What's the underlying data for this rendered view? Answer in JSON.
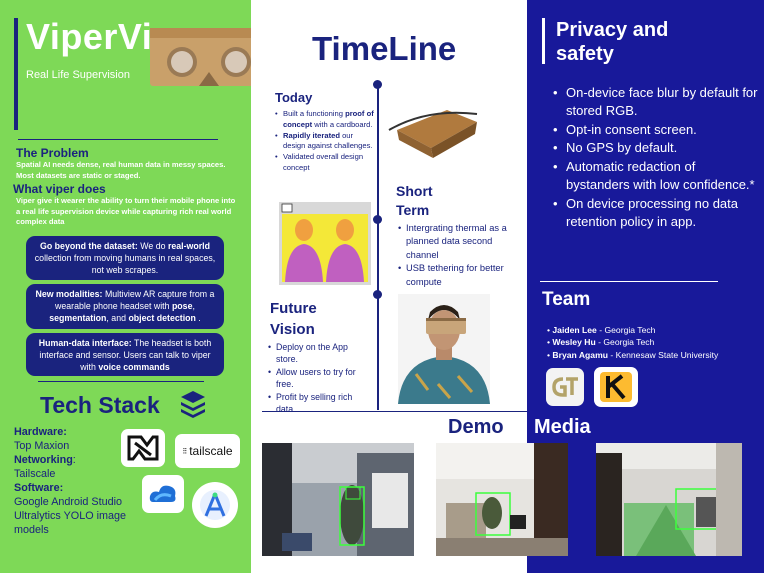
{
  "brand": {
    "title": "ViperView",
    "subtitle": "Real Life Supervision"
  },
  "problem": {
    "title": "The Problem",
    "text": "Spatial AI needs dense, real human data in messy spaces. Most datasets are static or staged."
  },
  "what": {
    "title": "What viper does",
    "text": "Viper give it wearer the ability to turn their mobile phone into a real life supervision device while capturing rich real world complex data"
  },
  "cards": [
    {
      "bold1": "Go beyond the dataset:",
      "t1": " We do ",
      "bold2": "real-world",
      "t2": " collection from moving humans in real spaces, not web scrapes."
    },
    {
      "bold1": "New modalities:",
      "t1": " Multiview AR capture from a wearable phone headset with ",
      "bold2": "pose",
      "t2": ", ",
      "bold3": "segmentation",
      "t3": ", and ",
      "bold4": "object detection",
      "t4": " ."
    },
    {
      "bold1": "Human-data interface:",
      "t1": " The headset is both interface and sensor. Users can talk to viper with ",
      "bold2": "voice commands"
    }
  ],
  "tech": {
    "title": "Tech Stack",
    "hardware_label": "Hardware:",
    "hardware_value": "Top Maxion",
    "networking_label": "Networking",
    "networking_colon": ":",
    "networking_value": "Tailscale",
    "software_label": "Software:",
    "software_lines": [
      "Google Android Studio",
      "Ultralytics YOLO image",
      "models"
    ],
    "tailscale_logo_text": "tailscale",
    "icons": [
      "layers-icon",
      "maxion-logo-icon",
      "tailscale-logo-icon",
      "cloud-logo-icon",
      "android-studio-icon"
    ]
  },
  "timeline": {
    "title": "TimeLine",
    "today": {
      "title": "Today",
      "items": [
        {
          "pre": "Built a functioning ",
          "bold": "proof of concept",
          "post": " with a cardboard."
        },
        {
          "pre": "",
          "bold": "Rapidly iterated",
          "post": " our design against challenges."
        },
        {
          "pre": "Validated overall design concept",
          "bold": "",
          "post": ""
        }
      ]
    },
    "short": {
      "title_lines": [
        "Short",
        "Term"
      ],
      "items": [
        "Intergrating thermal as a planned data second channel",
        "USB tethering for better compute"
      ]
    },
    "future": {
      "title_lines": [
        "Future",
        "Vision"
      ],
      "items": [
        "Deploy on the App store.",
        "Allow users to try for free.",
        "Profit by selling rich data"
      ]
    }
  },
  "demo": {
    "demo_label": "Demo",
    "media_label": "Media"
  },
  "privacy": {
    "title_lines": [
      "Privacy and",
      "safety"
    ],
    "items": [
      "On-device face blur by default for stored RGB.",
      "Opt-in consent screen.",
      "No GPS by default.",
      "Automatic redaction of bystanders with low confidence.*",
      "On device processing no data retention policy in app."
    ]
  },
  "team": {
    "title": "Team",
    "members": [
      {
        "name": "Jaiden Lee",
        "affiliation": " - Georgia Tech"
      },
      {
        "name": "Wesley Hu",
        "affiliation": " - Georgia Tech"
      },
      {
        "name": "Bryan Agamu",
        "affiliation": " - Kennesaw State University"
      }
    ],
    "logos": [
      "gt-logo-icon",
      "ksu-logo-icon"
    ]
  },
  "colors": {
    "green": "#7ed957",
    "navy": "#1a237e",
    "royal": "#18199a",
    "white": "#ffffff"
  }
}
